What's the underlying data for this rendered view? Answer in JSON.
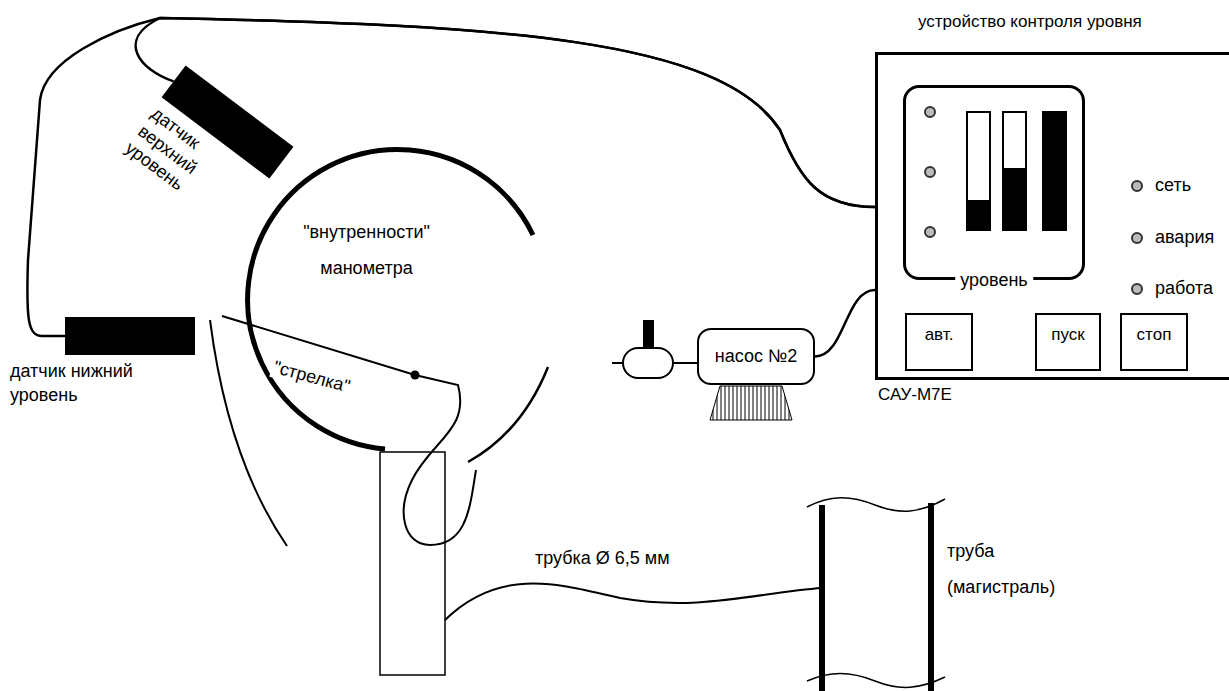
{
  "diagram": {
    "nodes": [
      {
        "text": [
          "датчик верхний уровень"
        ]
      },
      {
        "text": [
          "устройство контроля уровня",
          "САУ-М7Е"
        ]
      },
      {
        "text": [
          "уровень"
        ],
        "in": 1
      },
      {
        "text": [
          "авт."
        ],
        "in": 1
      },
      {
        "text": [
          "пуск"
        ],
        "in": 1
      },
      {
        "text": [
          "стоп"
        ],
        "in": 1
      },
      {
        "text": [
          "датчик нижний уровень"
        ]
      },
      {
        "text": [
          "\"внутренности\" манометра"
        ]
      },
      {
        "text": [
          "насос №2"
        ]
      },
      {
        "text": [
          "труба (магистраль)"
        ]
      }
    ],
    "edges": [
      {
        "from": 0,
        "to": 1,
        "arrow": "none"
      },
      {
        "from": 6,
        "to": 1,
        "arrow": "none"
      },
      {
        "from": 8,
        "to": 1,
        "arrow": "none"
      }
    ],
    "labels": [
      "сеть",
      "авария",
      "работа",
      "\"стрелка\"",
      "трубка Ø 6,5 мм"
    ]
  }
}
